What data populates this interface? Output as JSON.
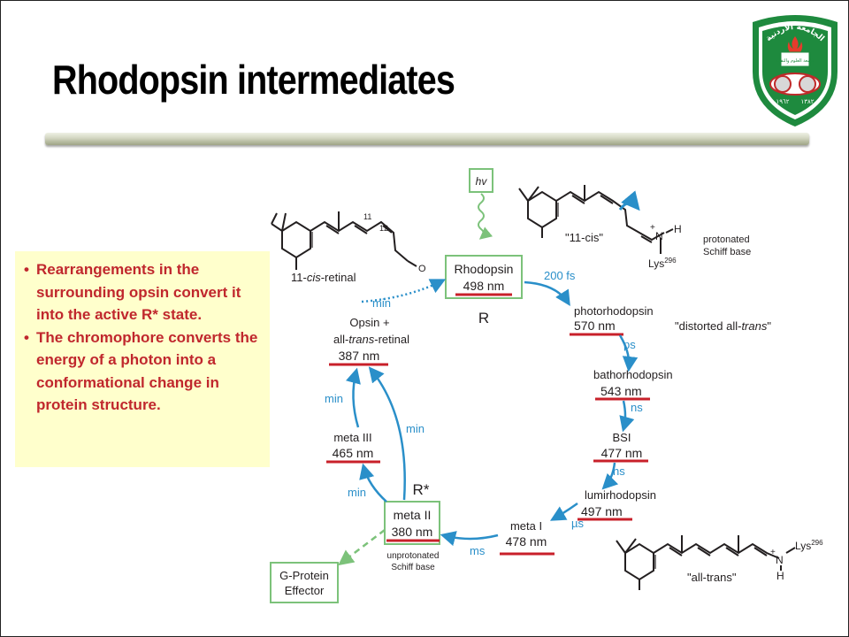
{
  "slide": {
    "title": "Rhodopsin intermediates",
    "bullets": [
      "Rearrangements in the surrounding opsin convert it into the active R* state.",
      "The chromophore converts the energy of a photon into a conformational change in protein structure."
    ]
  },
  "logo": {
    "top_text": "الجامعة الأردنية",
    "center_text": "جامعة العلوم والتقانة",
    "year_left": "١٩٦٢",
    "year_right": "١٣٨٢"
  },
  "diagram": {
    "light": "hv",
    "state_r": "R",
    "state_r_star": "R*",
    "intermediates": {
      "rhodopsin": {
        "name": "Rhodopsin",
        "nm": "498 nm"
      },
      "photorhodopsin": {
        "name": "photorhodopsin",
        "nm": "570 nm"
      },
      "bathorhodopsin": {
        "name": "bathorhodopsin",
        "nm": "543 nm"
      },
      "bsi": {
        "name": "BSI",
        "nm": "477 nm"
      },
      "lumirhodopsin": {
        "name": "lumirhodopsin",
        "nm": "497 nm"
      },
      "meta1": {
        "name": "meta I",
        "nm": "478 nm"
      },
      "meta2": {
        "name": "meta II",
        "nm": "380 nm"
      },
      "meta3": {
        "name": "meta III",
        "nm": "465 nm"
      },
      "opsin": {
        "name_line1": "Opsin +",
        "name_line2_prefix": "all-",
        "name_line2_italic": "trans",
        "name_line2_suffix": "-retinal",
        "nm": "387 nm"
      }
    },
    "gprotein": {
      "line1": "G-Protein",
      "line2": "Effector"
    },
    "times": {
      "r_to_photo": "200 fs",
      "photo_to_batho": "ps",
      "batho_to_bsi": "ns",
      "bsi_to_lumi": "ns",
      "lumi_to_meta1": "µs",
      "meta1_to_meta2": "ms",
      "meta2_to_meta3": "min",
      "meta2_to_opsin": "min",
      "meta3_to_opsin": "min",
      "opsin_to_r": "min"
    },
    "structure_labels": {
      "cis_retinal_prefix": "11-",
      "cis_retinal_italic": "cis",
      "cis_retinal_suffix": "-retinal",
      "c11": "11",
      "c12": "12",
      "aldehyde_o": "O",
      "cis_schiff_quote": "\"11-cis\"",
      "nitrogen": "N",
      "plus": "+",
      "hydrogen": "H",
      "lys": "Lys",
      "lys_num": "296",
      "protonated_line1": "protonated",
      "protonated_line2": "Schiff base",
      "distorted_prefix": "\"distorted all-",
      "distorted_italic": "trans",
      "distorted_suffix": "\"",
      "unprotonated_line1": "unprotonated",
      "unprotonated_line2": "Schiff base",
      "all_trans_quote": "\"all-trans\""
    }
  }
}
